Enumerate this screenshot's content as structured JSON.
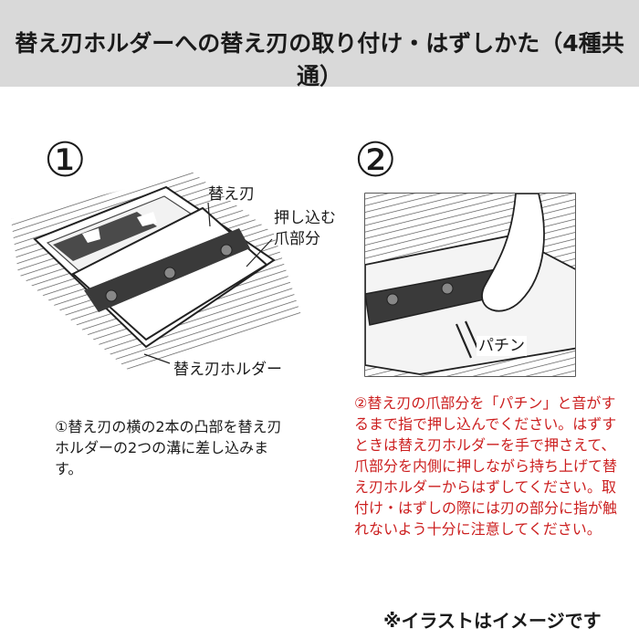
{
  "header": {
    "title": "替え刃ホルダーへの替え刃の取り付け・はずしかた（4種共通）"
  },
  "step1": {
    "number": "①",
    "label_blade": "替え刃",
    "label_claw_line1": "押し込む",
    "label_claw_line2": "爪部分",
    "label_holder": "替え刃ホルダー",
    "caption": "①替え刃の横の2本の凸部を替え刃ホルダーの2つの溝に差し込みます。"
  },
  "step2": {
    "number": "②",
    "sound": "パチン",
    "caption": "②替え刃の爪部分を「パチン」と音がするまで指で押し込んでください。はずすときは替え刃ホルダーを手で押さえて、爪部分を内側に押しながら持ち上げて替え刃ホルダーからはずしてください。取付け・はずしの際には刃の部分に指が触れないよう十分に注意してください。"
  },
  "footer": {
    "note": "※イラストはイメージです"
  },
  "colors": {
    "header_bg": "#d9d9d9",
    "caption2_text": "#cc1f1f",
    "blade": "#3a3a3a"
  }
}
